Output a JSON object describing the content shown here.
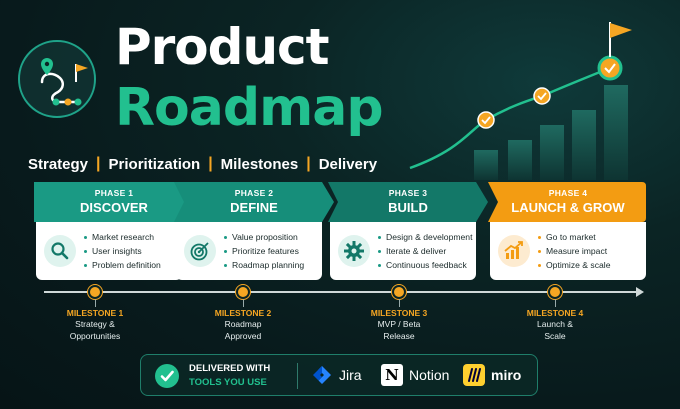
{
  "header": {
    "title_line1": "Product",
    "title_line2": "Roadmap",
    "subtitle_items": [
      "Strategy",
      "Prioritization",
      "Milestones",
      "Delivery"
    ]
  },
  "phases": [
    {
      "number": "PHASE 1",
      "name": "DISCOVER",
      "color": "#1a9a84",
      "icon": "magnifier-icon",
      "items": [
        "Market research",
        "User insights",
        "Problem definition"
      ]
    },
    {
      "number": "PHASE 2",
      "name": "DEFINE",
      "color": "#168e7a",
      "icon": "target-icon",
      "items": [
        "Value proposition",
        "Prioritize features",
        "Roadmap planning"
      ]
    },
    {
      "number": "PHASE 3",
      "name": "BUILD",
      "color": "#137868",
      "icon": "gear-icon",
      "items": [
        "Design & development",
        "Iterate & deliver",
        "Continuous feedback"
      ]
    },
    {
      "number": "PHASE 4",
      "name": "LAUNCH & GROW",
      "color": "#f39c12",
      "icon": "growth-chart-icon",
      "items": [
        "Go to market",
        "Measure impact",
        "Optimize & scale"
      ]
    }
  ],
  "milestones": [
    {
      "title": "MILESTONE 1",
      "desc_line1": "Strategy &",
      "desc_line2": "Opportunities"
    },
    {
      "title": "MILESTONE 2",
      "desc_line1": "Roadmap",
      "desc_line2": "Approved"
    },
    {
      "title": "MILESTONE 3",
      "desc_line1": "MVP / Beta",
      "desc_line2": "Release"
    },
    {
      "title": "MILESTONE 4",
      "desc_line1": "Launch &",
      "desc_line2": "Scale"
    }
  ],
  "tools_bar": {
    "delivered_line1": "DELIVERED WITH",
    "delivered_line2": "TOOLS YOU USE",
    "tools": [
      {
        "name": "Jira",
        "icon": "jira-icon"
      },
      {
        "name": "Notion",
        "icon": "notion-icon"
      },
      {
        "name": "miro",
        "icon": "miro-icon"
      }
    ]
  },
  "colors": {
    "accent_green": "#22c08f",
    "accent_orange": "#f5a623",
    "background": "#0b2424"
  }
}
